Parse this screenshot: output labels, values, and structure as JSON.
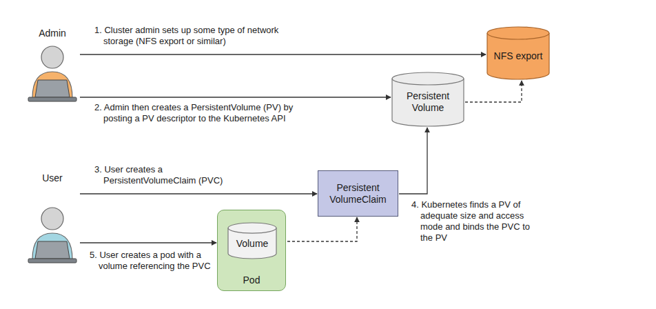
{
  "diagram": {
    "nodes": [
      {
        "text": [
          "Admin"
        ]
      },
      {
        "text": [
          "NFS export"
        ]
      },
      {
        "text": [
          "Persistent Volume"
        ]
      },
      {
        "text": [
          "User"
        ]
      },
      {
        "text": [
          "Persistent VolumeClaim"
        ]
      },
      {
        "text": [
          "Pod"
        ]
      },
      {
        "text": [
          "Volume"
        ],
        "in": 5
      }
    ],
    "edges": [
      {
        "from": 0,
        "to": 1,
        "arrow": "to",
        "label": "1. Cluster admin sets up some type of network storage (NFS export or similar)"
      },
      {
        "from": 0,
        "to": 2,
        "arrow": "to",
        "label": "2. Admin then creates a PersistentVolume (PV) by posting a PV descriptor to the Kubernetes API"
      },
      {
        "from": 3,
        "to": 4,
        "arrow": "to",
        "label": "3. User creates a PersistentVolumeClaim (PVC)"
      },
      {
        "from": 4,
        "to": 2,
        "arrow": "to",
        "label": "4. Kubernetes finds a PV of adequate size and access mode and binds the PVC to the PV"
      },
      {
        "from": 3,
        "to": 5,
        "arrow": "to",
        "label": "5. User creates a pod with a volume referencing the PVC"
      },
      {
        "from": 2,
        "to": 1,
        "arrow": "to"
      },
      {
        "from": 6,
        "to": 4,
        "arrow": "to"
      }
    ]
  }
}
